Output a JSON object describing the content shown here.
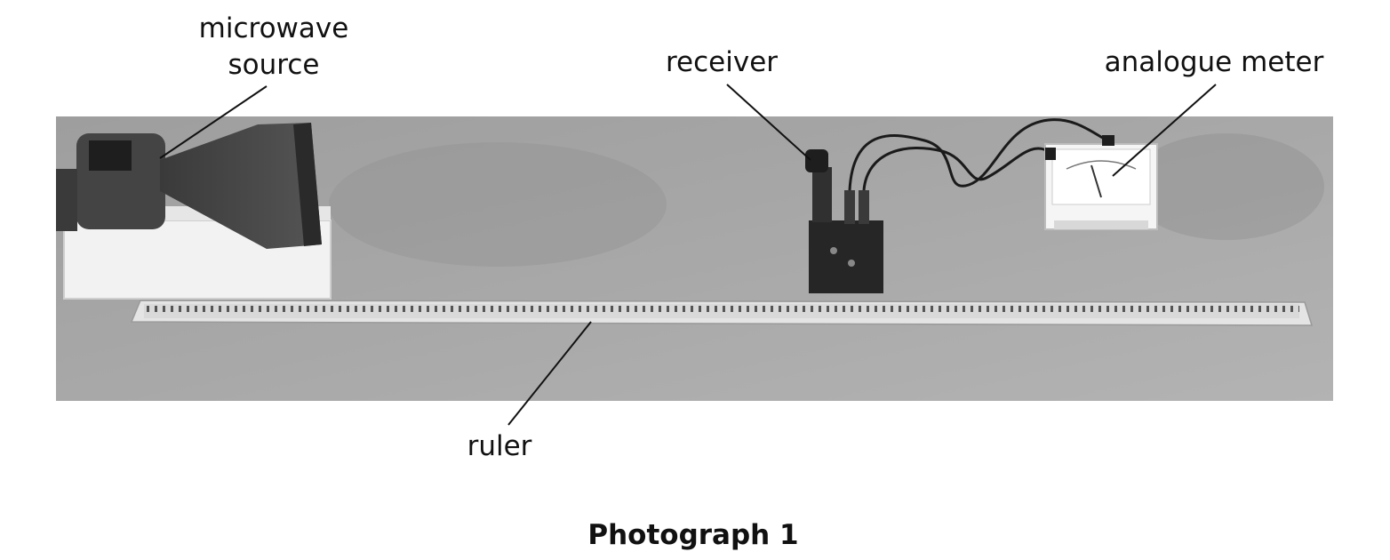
{
  "labels": {
    "microwave_source_line1": "microwave",
    "microwave_source_line2": "source",
    "receiver": "receiver",
    "analogue_meter": "analogue meter",
    "ruler": "ruler"
  },
  "caption": "Photograph 1"
}
